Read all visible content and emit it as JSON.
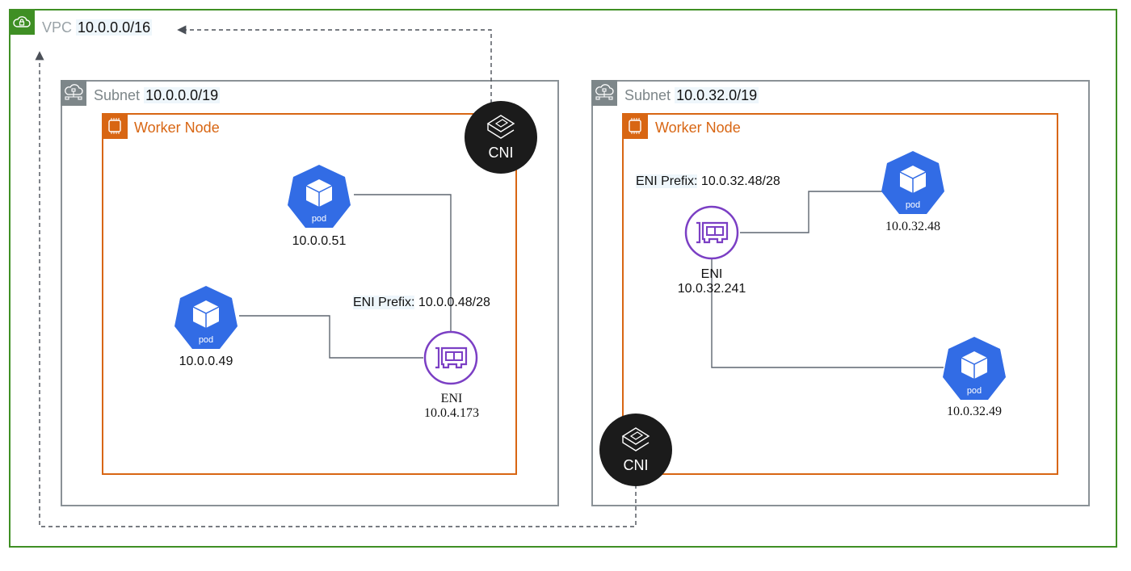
{
  "vpc": {
    "label": "VPC",
    "cidr": "10.0.0.0/16",
    "icon": "cloud-lock-icon",
    "color": "#3f8f24"
  },
  "subnets": [
    {
      "label": "Subnet",
      "cidr": "10.0.0.0/19",
      "icon": "subnet-cloud-icon",
      "worker_node": {
        "label": "Worker Node",
        "icon": "chip-icon",
        "eni_prefix_label": "ENI Prefix:",
        "eni_prefix": "10.0.0.48/28",
        "eni": {
          "label": "ENI",
          "ip": "10.0.4.173"
        },
        "pods": [
          {
            "label": "pod",
            "ip": "10.0.0.51"
          },
          {
            "label": "pod",
            "ip": "10.0.0.49"
          }
        ],
        "cni": {
          "label": "CNI"
        }
      }
    },
    {
      "label": "Subnet",
      "cidr": "10.0.32.0/19",
      "icon": "subnet-cloud-icon",
      "worker_node": {
        "label": "Worker Node",
        "icon": "chip-icon",
        "eni_prefix_label": "ENI Prefix:",
        "eni_prefix": "10.0.32.48/28",
        "eni": {
          "label": "ENI",
          "ip": "10.0.32.241"
        },
        "pods": [
          {
            "label": "pod",
            "ip": "10.0.32.48"
          },
          {
            "label": "pod",
            "ip": "10.0.32.49"
          }
        ],
        "cni": {
          "label": "CNI"
        }
      }
    }
  ],
  "colors": {
    "pod": "#326ce5",
    "eni": "#7b3fc4",
    "worker_node": "#d86613",
    "subnet": "#8a9196",
    "cni": "#1b1b1b",
    "connector": "#5f6670"
  }
}
